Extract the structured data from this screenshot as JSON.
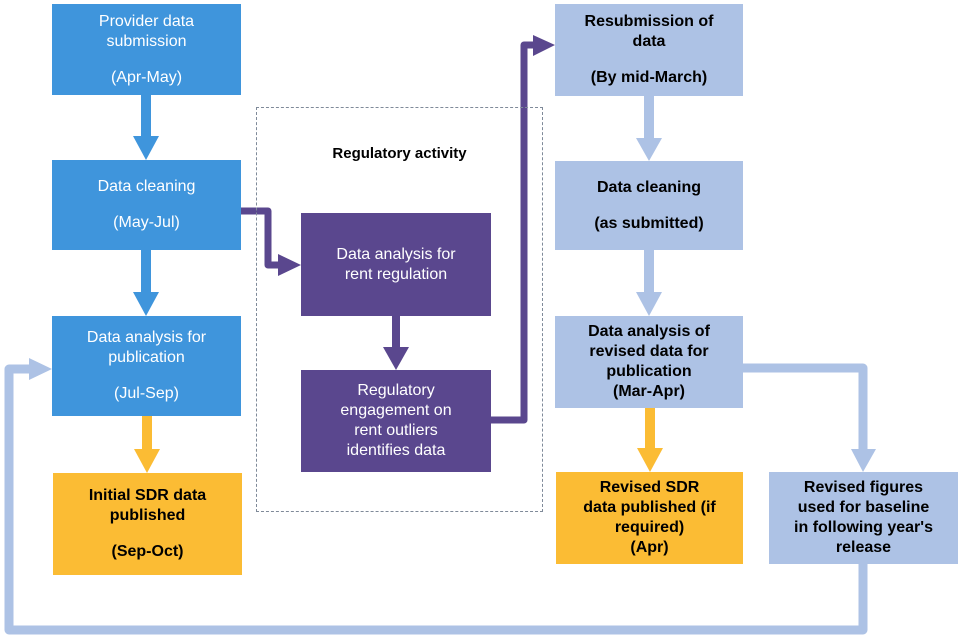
{
  "diagram": {
    "type": "flowchart",
    "colors": {
      "initial_process": "#3f95dc",
      "regulatory": "#5a478e",
      "publication": "#fbbc34",
      "revision_process": "#adc2e5"
    },
    "regulatory_group": {
      "title": "Regulatory activity"
    },
    "nodes": {
      "provider_submission": {
        "lines": [
          "Provider data",
          "submission"
        ],
        "period": "(Apr-May)"
      },
      "data_cleaning": {
        "lines": [
          "Data cleaning"
        ],
        "period": "(May-Jul)"
      },
      "analysis_publication": {
        "lines": [
          "Data analysis for",
          "publication"
        ],
        "period": "(Jul-Sep)"
      },
      "initial_published": {
        "lines": [
          "Initial SDR data",
          "published"
        ],
        "period": "(Sep-Oct)"
      },
      "rent_analysis": {
        "lines": [
          "Data analysis for",
          "rent regulation"
        ]
      },
      "regulatory_engagement": {
        "lines": [
          "Regulatory",
          "engagement  on",
          "rent outliers",
          "identifies data"
        ]
      },
      "resubmission": {
        "lines": [
          "Resubmission  of",
          "data"
        ],
        "period": "(By mid-March)"
      },
      "cleaning_submitted": {
        "lines": [
          "Data cleaning"
        ],
        "period": "(as submitted)"
      },
      "revised_analysis": {
        "lines": [
          "Data analysis of",
          "revised data for",
          "publication",
          "(Mar-Apr)"
        ]
      },
      "revised_published": {
        "lines": [
          "Revised SDR",
          "data published  (if",
          "required)",
          "(Apr)"
        ]
      },
      "revised_baseline": {
        "lines": [
          "Revised figures",
          "used for baseline",
          "in following year's",
          "release"
        ]
      }
    },
    "edges": [
      {
        "from": "provider_submission",
        "to": "data_cleaning",
        "color": "#3f95dc"
      },
      {
        "from": "data_cleaning",
        "to": "analysis_publication",
        "color": "#3f95dc"
      },
      {
        "from": "analysis_publication",
        "to": "initial_published",
        "color": "#fbbc34"
      },
      {
        "from": "data_cleaning",
        "to": "rent_analysis",
        "color": "#5a478e"
      },
      {
        "from": "rent_analysis",
        "to": "regulatory_engagement",
        "color": "#5a478e"
      },
      {
        "from": "regulatory_engagement",
        "to": "resubmission",
        "color": "#5a478e"
      },
      {
        "from": "resubmission",
        "to": "cleaning_submitted",
        "color": "#adc2e5"
      },
      {
        "from": "cleaning_submitted",
        "to": "revised_analysis",
        "color": "#adc2e5"
      },
      {
        "from": "revised_analysis",
        "to": "revised_published",
        "color": "#fbbc34"
      },
      {
        "from": "revised_analysis",
        "to": "revised_baseline",
        "color": "#adc2e5"
      },
      {
        "from": "revised_baseline",
        "to": "analysis_publication",
        "color": "#adc2e5"
      }
    ]
  }
}
